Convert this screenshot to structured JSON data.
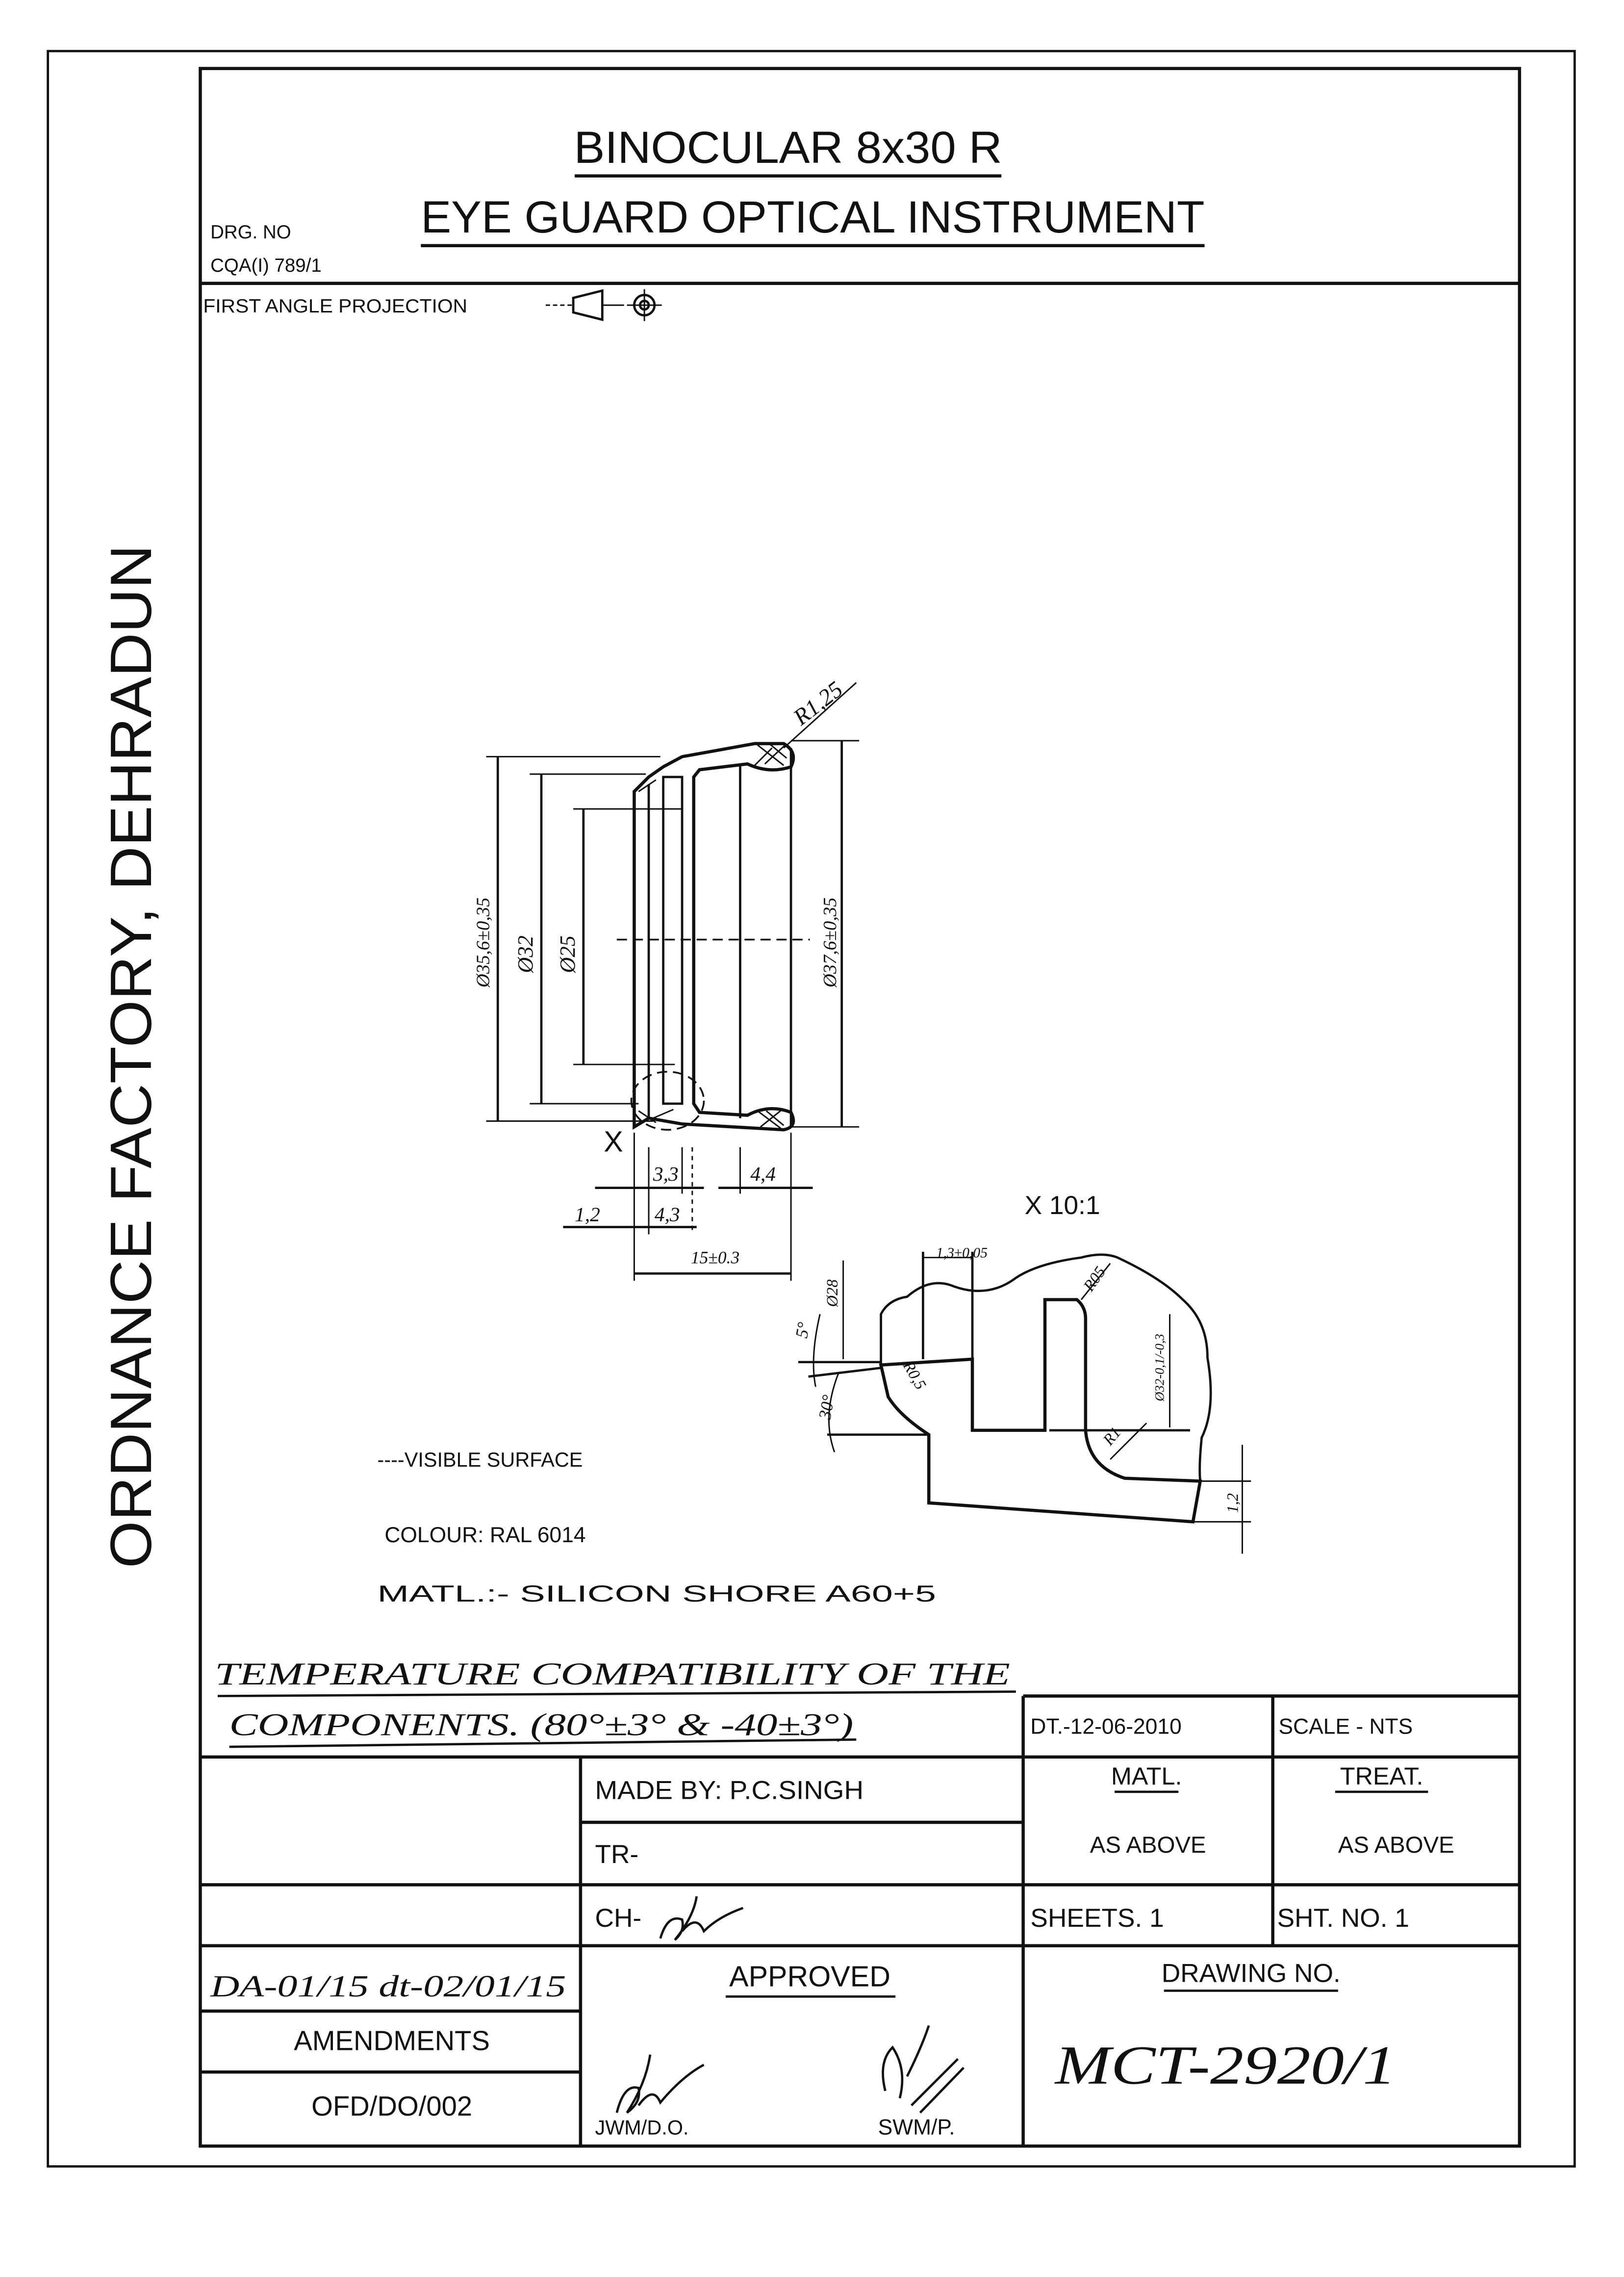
{
  "title": {
    "line1": "BINOCULAR 8x30 R",
    "line2": "EYE GUARD OPTICAL INSTRUMENT"
  },
  "drg_no": {
    "label": "DRG. NO",
    "value": "CQA(I) 789/1"
  },
  "projection": "FIRST ANGLE PROJECTION",
  "side_text": "ORDNANCE FACTORY, DEHRADUN",
  "main_view": {
    "dia_outer_left": "Ø35,6±0,35",
    "dia_32": "Ø32",
    "dia_25": "Ø25",
    "dia_outer_right": "Ø37,6±0,35",
    "radius": "R1,25",
    "dim_3_3": "3,3",
    "dim_4_4": "4,4",
    "dim_1_2": "1,2",
    "dim_4_3": "4,3",
    "dim_length": "15±0.3",
    "detail_marker": "X"
  },
  "detail_view": {
    "scale": "X 10:1",
    "width": "1,3±0,05",
    "dia_28": "Ø28",
    "angle_5": "5°",
    "angle_30": "30°",
    "radius_left": "R0,5",
    "radius_top": "R05",
    "dia_32_tol": "Ø32-0,1/-0,3",
    "radius_1": "R1",
    "thickness": "1,2"
  },
  "notes": {
    "visible_surface": "----VISIBLE SURFACE",
    "colour": "COLOUR: RAL 6014",
    "material": "MATL.:- SILICON SHORE A60+5",
    "temperature_line1": "TEMPERATURE COMPATIBILITY OF THE",
    "temperature_line2": "COMPONENTS. (80°±3° & -40±3°)"
  },
  "title_block": {
    "date": "DT.-12-06-2010",
    "scale": "SCALE - NTS",
    "made_by": "MADE BY: P.C.SINGH",
    "tr": "TR-",
    "ch": "CH-",
    "matl_label": "MATL.",
    "matl_value": "AS ABOVE",
    "treat_label": "TREAT.",
    "treat_value": "AS ABOVE",
    "sheets": "SHEETS. 1",
    "sht_no": "SHT. NO. 1",
    "amendment_ref": "DA-01/15 dt-02/01/15",
    "amendments": "AMENDMENTS",
    "amendment_code": "OFD/DO/002",
    "approved": "APPROVED",
    "approver_1": "JWM/D.O.",
    "approver_2": "SWM/P.",
    "drawing_no_label": "DRAWING NO.",
    "drawing_no": "MCT-2920/1"
  }
}
